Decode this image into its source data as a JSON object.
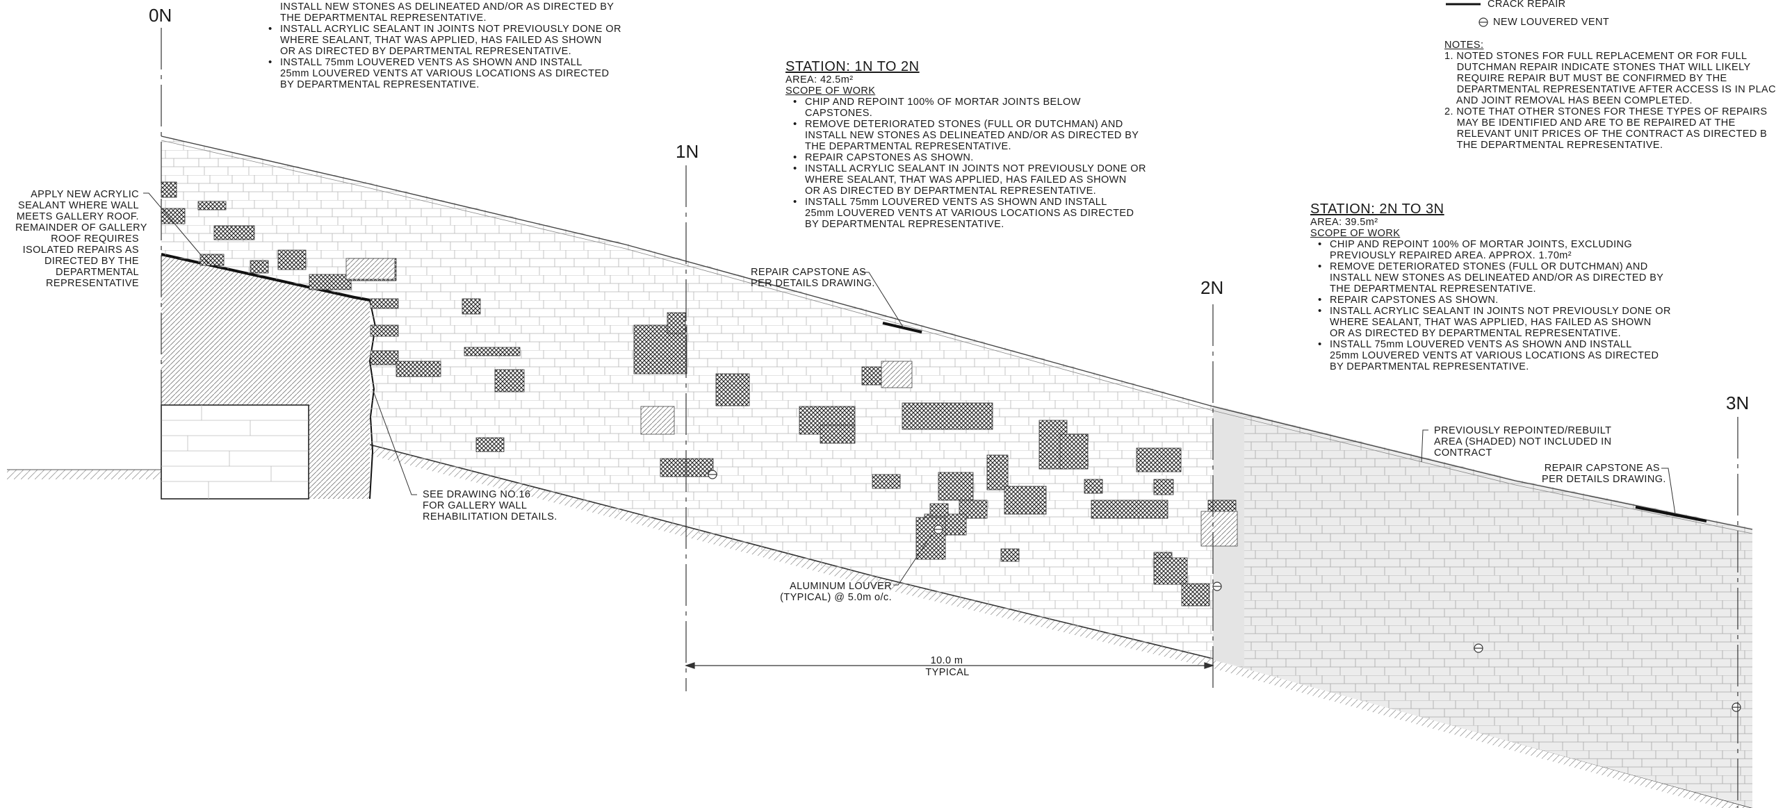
{
  "grid_lines": [
    "0N",
    "1N",
    "2N",
    "3N"
  ],
  "top_left_scope_fragment": [
    "INSTALL NEW STONES AS DELINEATED AND/OR AS DIRECTED BY\nTHE DEPARTMENTAL REPRESENTATIVE.",
    "INSTALL ACRYLIC SEALANT IN JOINTS NOT PREVIOUSLY DONE OR\nWHERE SEALANT, THAT WAS APPLIED, HAS FAILED AS SHOWN\nOR AS DIRECTED BY DEPARTMENTAL REPRESENTATIVE.",
    "INSTALL 75mm LOUVERED VENTS AS SHOWN AND INSTALL\n25mm LOUVERED VENTS AT VARIOUS LOCATIONS AS DIRECTED\nBY DEPARTMENTAL REPRESENTATIVE."
  ],
  "station_1n_2n": {
    "title": "STATION: 1N TO 2N",
    "area": "AREA: 42.5m²",
    "scope_heading": "SCOPE OF WORK",
    "items": [
      "CHIP AND REPOINT 100% OF MORTAR JOINTS BELOW\nCAPSTONES.",
      "REMOVE DETERIORATED STONES (FULL OR DUTCHMAN) AND\nINSTALL NEW STONES AS DELINEATED AND/OR AS DIRECTED BY\nTHE DEPARTMENTAL REPRESENTATIVE.",
      "REPAIR CAPSTONES AS SHOWN.",
      "INSTALL ACRYLIC SEALANT IN JOINTS NOT PREVIOUSLY DONE OR\nWHERE SEALANT, THAT WAS APPLIED, HAS FAILED AS SHOWN\nOR AS DIRECTED BY DEPARTMENTAL REPRESENTATIVE.",
      "INSTALL 75mm LOUVERED VENTS AS SHOWN AND INSTALL\n25mm LOUVERED VENTS AT VARIOUS LOCATIONS AS DIRECTED\nBY DEPARTMENTAL REPRESENTATIVE."
    ]
  },
  "station_2n_3n": {
    "title": "STATION: 2N TO 3N",
    "area": "AREA: 39.5m²",
    "scope_heading": "SCOPE OF WORK",
    "items": [
      "CHIP AND REPOINT 100% OF MORTAR JOINTS, EXCLUDING\nPREVIOUSLY REPAIRED AREA. APPROX. 1.70m²",
      "REMOVE DETERIORATED STONES (FULL OR DUTCHMAN) AND\nINSTALL NEW STONES AS DELINEATED AND/OR AS DIRECTED BY\nTHE DEPARTMENTAL REPRESENTATIVE.",
      "REPAIR CAPSTONES AS SHOWN.",
      "INSTALL ACRYLIC SEALANT IN JOINTS NOT PREVIOUSLY DONE OR\nWHERE SEALANT, THAT WAS APPLIED, HAS FAILED AS SHOWN\nOR AS DIRECTED BY DEPARTMENTAL REPRESENTATIVE.",
      "INSTALL 75mm LOUVERED VENTS AS SHOWN AND INSTALL\n25mm LOUVERED VENTS AT VARIOUS LOCATIONS AS DIRECTED\nBY DEPARTMENTAL REPRESENTATIVE."
    ]
  },
  "legend": {
    "crack_repair": "CRACK REPAIR",
    "new_louvered_vent": "NEW LOUVERED VENT"
  },
  "notes": {
    "heading": "NOTES:",
    "items": [
      "1. NOTED STONES FOR FULL REPLACEMENT OR FOR FULL\n    DUTCHMAN REPAIR INDICATE STONES THAT WILL LIKELY\n    REQUIRE REPAIR BUT MUST BE CONFIRMED BY THE\n    DEPARTMENTAL REPRESENTATIVE AFTER ACCESS IS IN PLAC\n    AND JOINT REMOVAL HAS BEEN COMPLETED.",
      "2. NOTE THAT OTHER STONES FOR THESE TYPES OF REPAIRS\n    MAY BE IDENTIFIED AND ARE TO BE REPAIRED AT THE\n    RELEVANT UNIT PRICES OF THE CONTRACT AS DIRECTED B\n    THE DEPARTMENTAL REPRESENTATIVE."
    ]
  },
  "callouts": {
    "acrylic_sealant": "APPLY NEW ACRYLIC\nSEALANT WHERE WALL\nMEETS GALLERY ROOF.\nREMAINDER OF GALLERY\nROOF REQUIRES\nISOLATED REPAIRS AS\nDIRECTED BY THE\nDEPARTMENTAL\nREPRESENTATIVE",
    "see_drawing": "SEE DRAWING NO.16\nFOR GALLERY WALL\nREHABILITATION DETAILS.",
    "repair_capstone_1": "REPAIR CAPSTONE AS\nPER DETAILS DRAWING.",
    "repair_capstone_2": "REPAIR CAPSTONE AS\nPER DETAILS DRAWING.",
    "previously_repointed": "PREVIOUSLY REPOINTED/REBUILT\nAREA (SHADED) NOT INCLUDED IN\nCONTRACT",
    "aluminum_louver": "ALUMINUM LOUVER\n(TYPICAL) @ 5.0m o/c."
  },
  "dimension": {
    "value": "10.0 m",
    "note": "TYPICAL"
  }
}
